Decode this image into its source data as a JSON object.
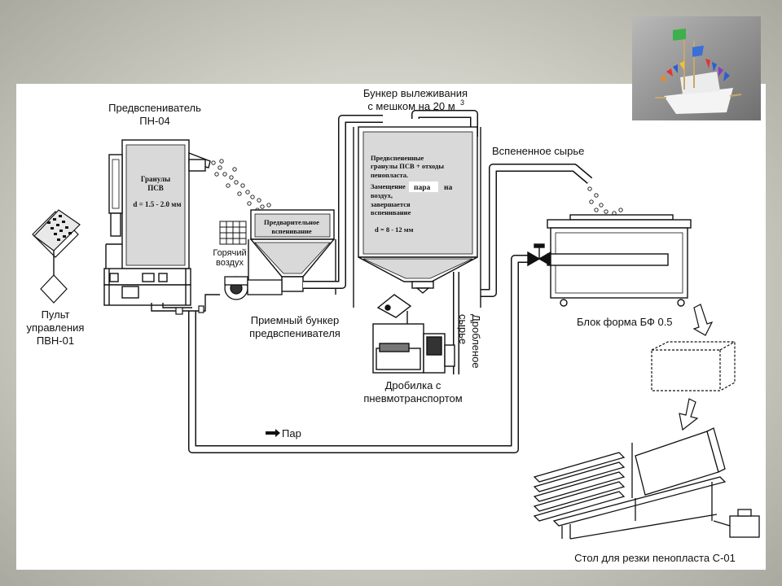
{
  "labels": {
    "prefoamer_title_1": "Предвспениватель",
    "prefoamer_title_2": "ПН-04",
    "granules_1": "Гранулы",
    "granules_2": "ПСВ",
    "granules_size": "d = 1.5 - 2.0 мм",
    "control_1": "Пульт",
    "control_2": "управления",
    "control_3": "ПВН-01",
    "hot_air_1": "Горячий",
    "hot_air_2": "воздух",
    "pre_foaming_1": "Предварительное",
    "pre_foaming_2": "вспенивание",
    "receiver_1": "Приемный бункер",
    "receiver_2": "предвспенивателя",
    "aging_bunker_1": "Бункер вылеживания",
    "aging_bunker_2": "с мешком на 20 м",
    "aging_bunker_sup": "3",
    "aging_text_1": "Предвспененные",
    "aging_text_2": "гранулы ПСВ + отходы",
    "aging_text_3": "пенопласта.",
    "aging_text_4a": "Замещение",
    "aging_text_4b": "пара",
    "aging_text_4c": "на",
    "aging_text_5": "воздух,",
    "aging_text_6": "завершается",
    "aging_text_7": "вспенивание",
    "aging_size": "d =  8 - 12 мм",
    "foamed_raw": "Вспененное сырье",
    "crushed_1": "Дробленое",
    "crushed_2": "сырье",
    "crusher_1": "Дробилка с",
    "crusher_2": "пневмотранспортом",
    "mold": "Блок форма БФ 0.5",
    "steam": "Пар",
    "cutting_table": "Стол для резки пенопласта С-01"
  },
  "colors": {
    "background": "#ffffff",
    "line": "#111111",
    "hopper_fill": "#d9d9d9",
    "frame": "#b8b8ae"
  }
}
